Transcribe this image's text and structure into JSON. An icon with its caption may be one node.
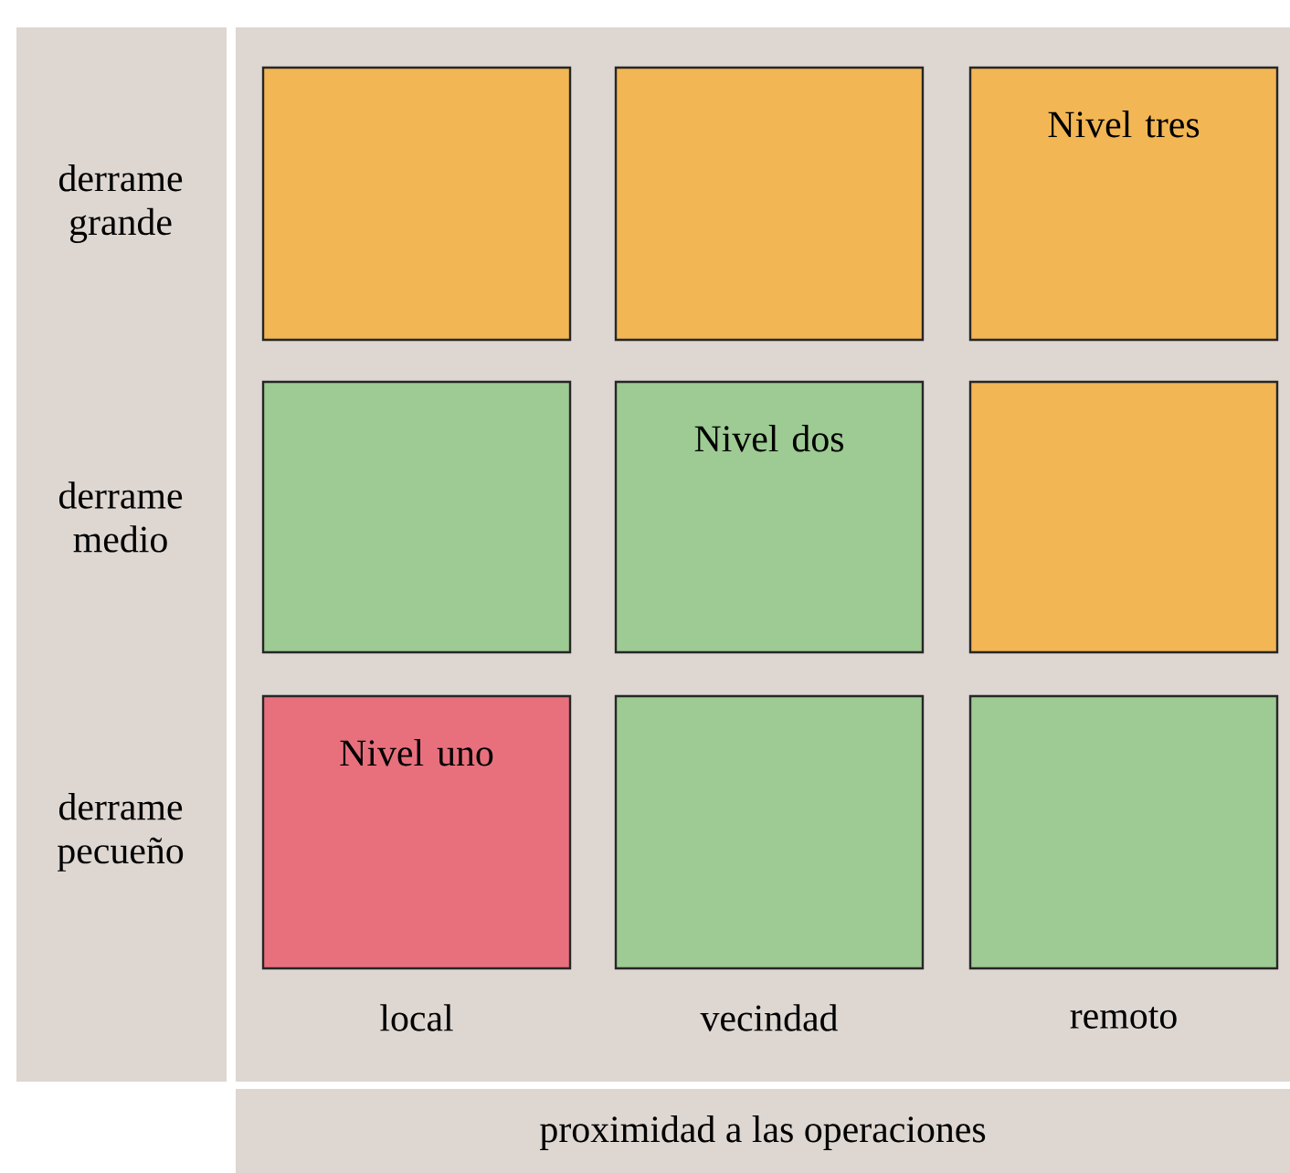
{
  "diagram": {
    "nodes": [
      {
        "text": [],
        "shape": "box"
      },
      {
        "text": [],
        "shape": "box"
      },
      {
        "text": [
          "Nivel tres"
        ]
      },
      {
        "text": [],
        "shape": "box"
      },
      {
        "text": [
          "Nivel dos"
        ]
      },
      {
        "text": [],
        "shape": "box"
      },
      {
        "text": [
          "Nivel uno"
        ]
      },
      {
        "text": [],
        "shape": "box"
      },
      {
        "text": [],
        "shape": "box"
      }
    ],
    "labels": [
      "derrame grande",
      "derrame medio",
      "derrame pecueño",
      "local",
      "vecindad",
      "remoto",
      "proximidad a las operaciones"
    ]
  }
}
